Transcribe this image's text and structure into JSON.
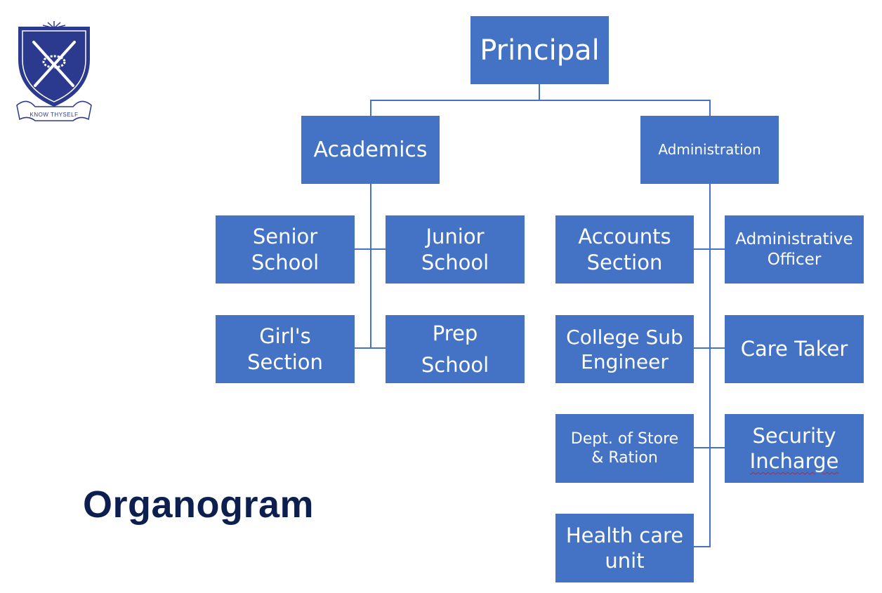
{
  "logo": {
    "motto": "KNOW THYSELF"
  },
  "title": "Organogram",
  "nodes": {
    "principal": "Principal",
    "academics": "Academics",
    "administration": "Administration",
    "senior_school": "Senior\nSchool",
    "junior_school": "Junior\nSchool",
    "girls_section": "Girl's\nSection",
    "prep_school": "Prep\nSchool",
    "accounts_section": "Accounts\nSection",
    "administrative_officer": "Administrative\nOfficer",
    "college_sub_engineer": "College Sub\nEngineer",
    "care_taker": "Care Taker",
    "dept_store_ration": "Dept. of Store\n& Ration",
    "security_incharge_line1": "Security",
    "security_incharge_line2": "Incharge",
    "health_care_unit": "Health care\nunit"
  },
  "colors": {
    "box": "#4472C4",
    "connector": "#4472C4",
    "title": "#0d1f4e",
    "crest": "#2b3a8f"
  }
}
